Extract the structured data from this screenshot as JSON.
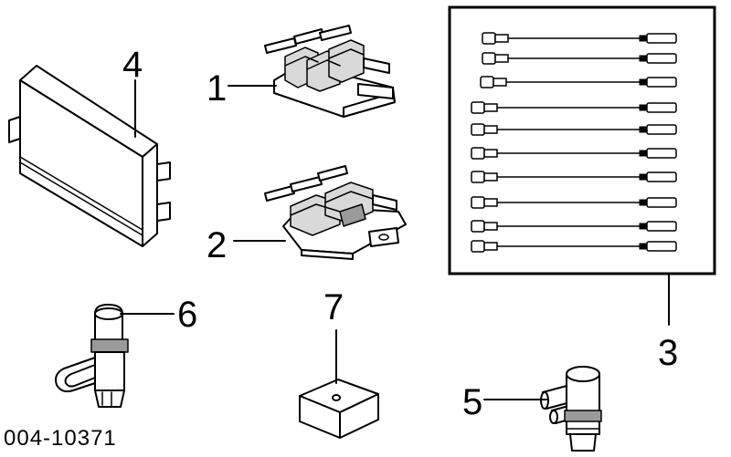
{
  "callouts": {
    "c1": "1",
    "c2": "2",
    "c3": "3",
    "c4": "4",
    "c5": "5",
    "c6": "6",
    "c7": "7"
  },
  "caption": "004-10371",
  "wire_set": {
    "wire_count": 10
  }
}
